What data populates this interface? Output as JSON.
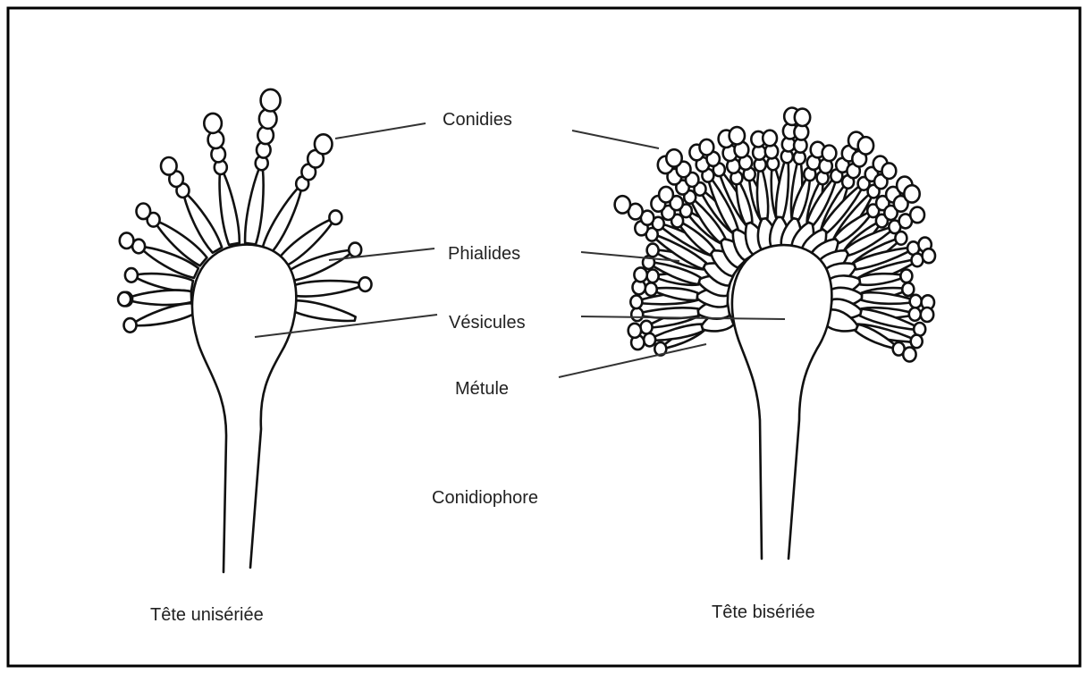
{
  "labels": {
    "conidies": "Conidies",
    "phialides": "Phialides",
    "vesicules": "Vésicules",
    "metule": "Métule",
    "conidiophore": "Conidiophore"
  },
  "captions": {
    "left": "Tête unisériée",
    "right": "Tête bisériée"
  },
  "colors": {
    "ink": "#111111",
    "border": "#000000",
    "background": "#ffffff"
  }
}
